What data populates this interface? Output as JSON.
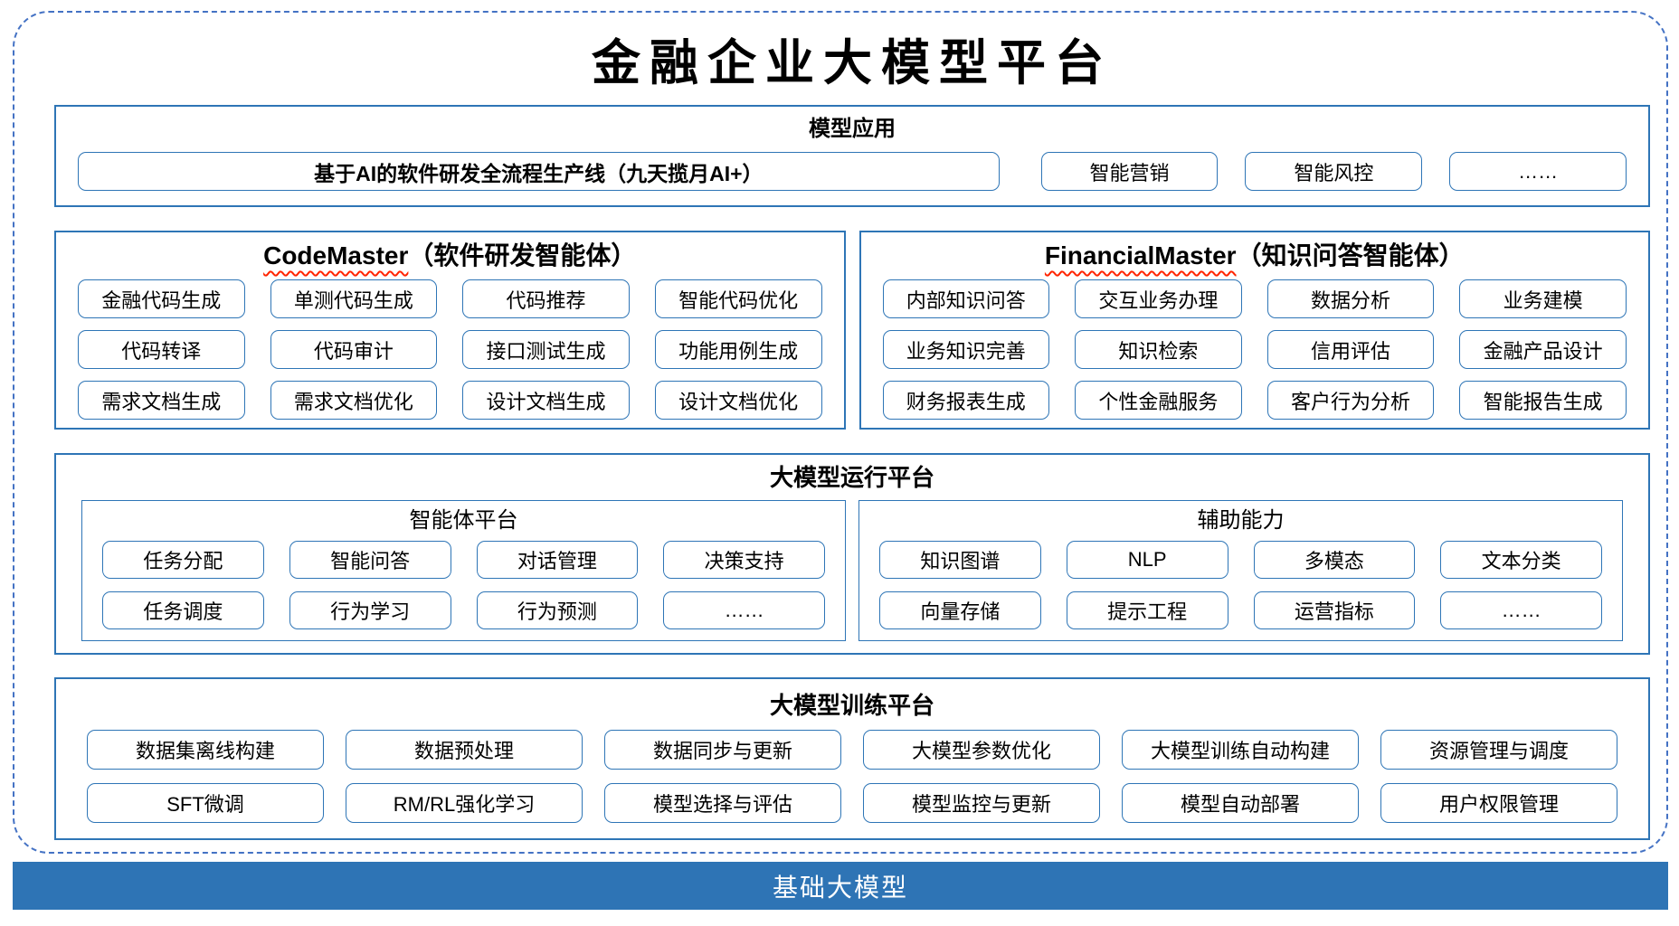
{
  "page": {
    "title": "金融企业大模型平台",
    "foundation_bar_label": "基础大模型"
  },
  "colors": {
    "frame_dashed_border": "#4472C4",
    "section_border": "#2E75B6",
    "item_border": "#2E75B6",
    "foundation_bar_bg": "#2E74B5",
    "foundation_bar_text": "#FFFFFF",
    "squiggle_underline": "#FF2400",
    "text": "#000000"
  },
  "model_application": {
    "title": "模型应用",
    "main_item": "基于AI的软件研发全流程生产线（九天揽月AI+）",
    "items": [
      "智能营销",
      "智能风控",
      "……"
    ]
  },
  "agents": [
    {
      "name_en": "CodeMaster",
      "name_zh": "（软件研发智能体）",
      "items": [
        "金融代码生成",
        "单测代码生成",
        "代码推荐",
        "智能代码优化",
        "代码转译",
        "代码审计",
        "接口测试生成",
        "功能用例生成",
        "需求文档生成",
        "需求文档优化",
        "设计文档生成",
        "设计文档优化"
      ]
    },
    {
      "name_en": "FinancialMaster",
      "name_zh": "（知识问答智能体）",
      "items": [
        "内部知识问答",
        "交互业务办理",
        "数据分析",
        "业务建模",
        "业务知识完善",
        "知识检索",
        "信用评估",
        "金融产品设计",
        "财务报表生成",
        "个性金融服务",
        "客户行为分析",
        "智能报告生成"
      ]
    }
  ],
  "runtime_platform": {
    "title": "大模型运行平台",
    "groups": [
      {
        "title": "智能体平台",
        "items": [
          "任务分配",
          "智能问答",
          "对话管理",
          "决策支持",
          "任务调度",
          "行为学习",
          "行为预测",
          "……"
        ]
      },
      {
        "title": "辅助能力",
        "items": [
          "知识图谱",
          "NLP",
          "多模态",
          "文本分类",
          "向量存储",
          "提示工程",
          "运营指标",
          "……"
        ]
      }
    ]
  },
  "training_platform": {
    "title": "大模型训练平台",
    "items": [
      "数据集离线构建",
      "数据预处理",
      "数据同步与更新",
      "大模型参数优化",
      "大模型训练自动构建",
      "资源管理与调度",
      "SFT微调",
      "RM/RL强化学习",
      "模型选择与评估",
      "模型监控与更新",
      "模型自动部署",
      "用户权限管理"
    ]
  }
}
